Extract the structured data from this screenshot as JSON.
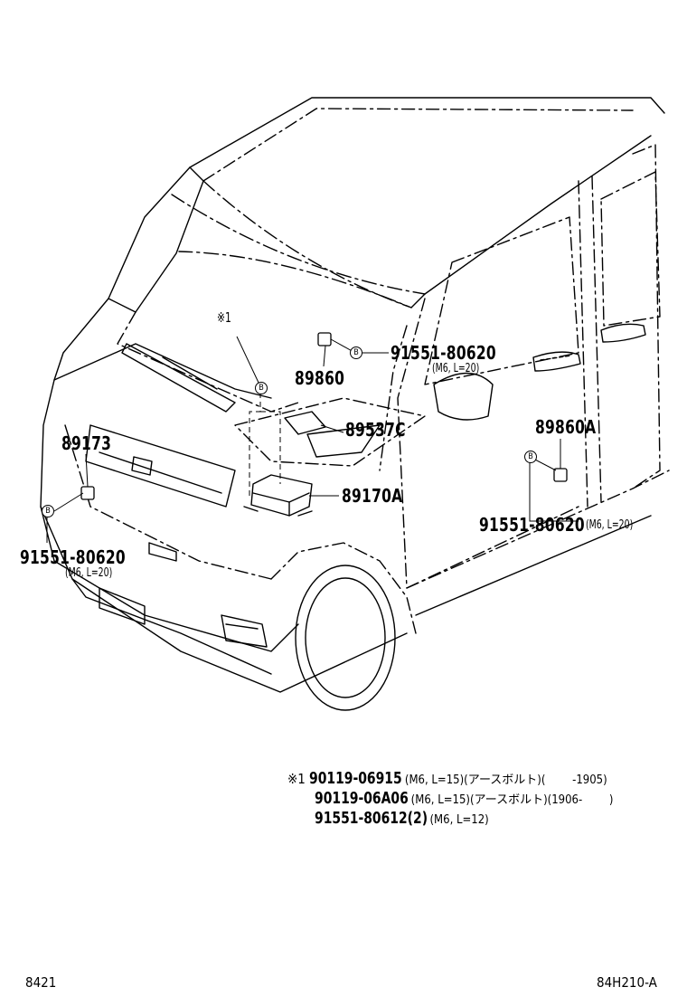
{
  "callouts": {
    "ref_mark": "※1",
    "b": "B",
    "p89860": "89860",
    "p91551_top": "91551-80620",
    "spec_top": "(M6, L=20)",
    "p89537C": "89537C",
    "p89860A": "89860A",
    "p89170A": "89170A",
    "p89173": "89173",
    "p91551_right": "91551-80620",
    "spec_right": "(M6, L=20)",
    "p91551_left": "91551-80620",
    "spec_left": "(M6, L=20)"
  },
  "notes": [
    {
      "mark": "※1",
      "part": "90119-06915",
      "spec": "(M6, L=15)(アースボルト)(　　 -1905)"
    },
    {
      "mark": "",
      "part": "90119-06A06",
      "spec": "(M6, L=15)(アースボルト)(1906-　　 )"
    },
    {
      "mark": "",
      "part": "91551-80612(2)",
      "spec": "(M6, L=12)"
    }
  ],
  "footer": {
    "left": "8421",
    "right": "84H210-A"
  }
}
